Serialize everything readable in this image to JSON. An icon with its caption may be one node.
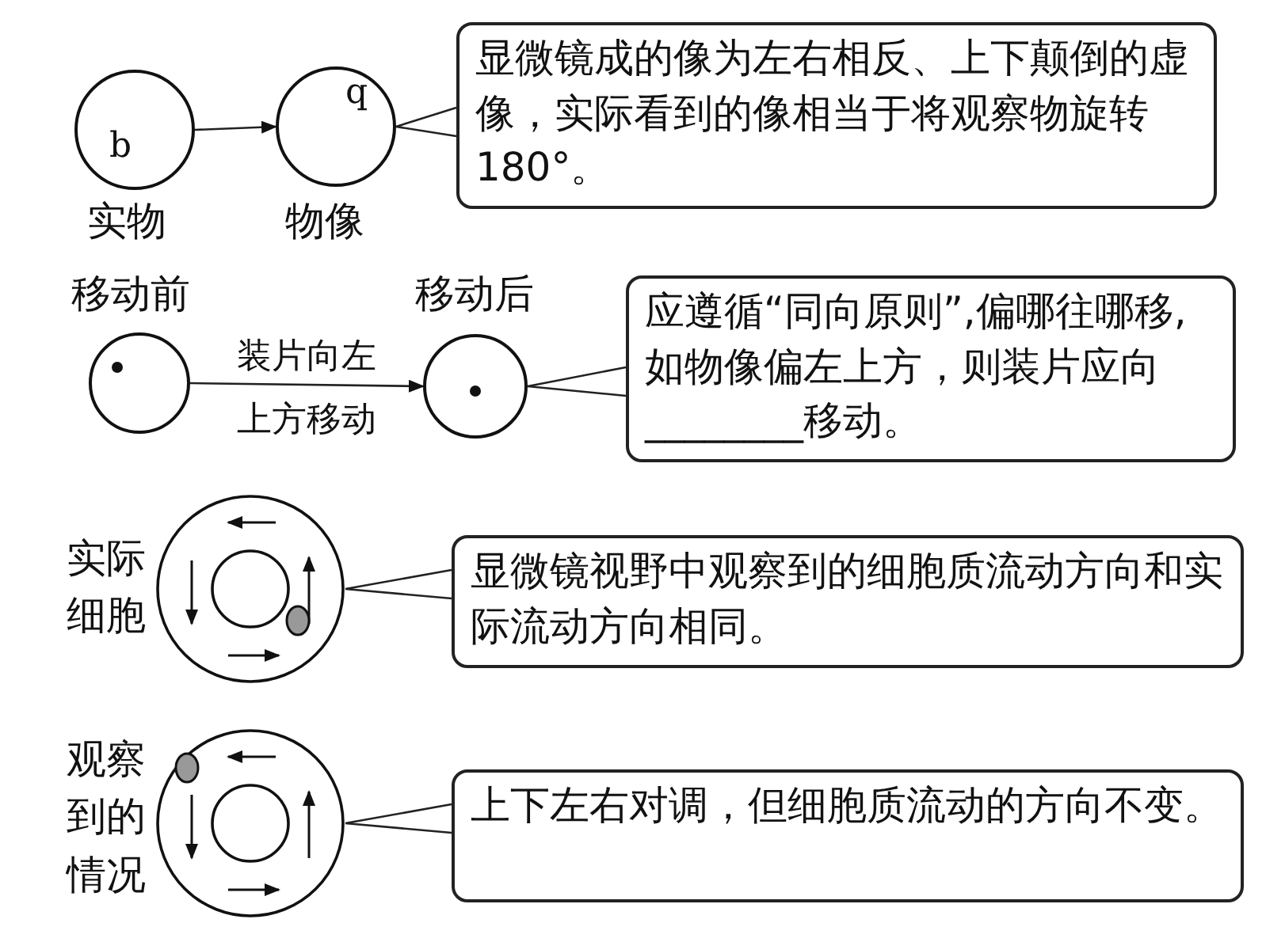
{
  "diagram": {
    "nodes": [
      {
        "text": [
          "b"
        ],
        "beside": [
          "实物"
        ]
      },
      {
        "text": [
          "q"
        ],
        "beside": [
          "物像"
        ]
      },
      {
        "text": [
          "显微镜成的像为左右相反、上下颠倒的虚像，实际看到的像相当于将观察物旋转180°。"
        ]
      },
      {
        "text": [],
        "shape": "circle",
        "beside": [
          "移动前"
        ]
      },
      {
        "text": [],
        "shape": "circle",
        "beside": [
          "移动后"
        ]
      },
      {
        "text": [
          "应遵循“同向原则”,偏哪往哪移,如物像偏左上方，则装片应向________移动。"
        ]
      },
      {
        "text": [],
        "shape": "picture",
        "beside": [
          "实际细胞"
        ]
      },
      {
        "text": [
          "显微镜视野中观察到的细胞质流动方向和实际流动方向相同。"
        ]
      },
      {
        "text": [],
        "shape": "picture",
        "beside": [
          "观察到的情况"
        ]
      },
      {
        "text": [
          "上下左右对调，但细胞质流动的方向不变。"
        ]
      }
    ],
    "edges": [
      {
        "from": 0,
        "to": 1,
        "arrow": "to"
      },
      {
        "from": 2,
        "to": 1,
        "arrow": "none"
      },
      {
        "from": 3,
        "to": 4,
        "arrow": "to",
        "label": "装片向左上方移动"
      },
      {
        "from": 5,
        "to": 4,
        "arrow": "none"
      },
      {
        "from": 7,
        "to": 6,
        "arrow": "none"
      },
      {
        "from": 9,
        "to": 8,
        "arrow": "none"
      }
    ]
  }
}
